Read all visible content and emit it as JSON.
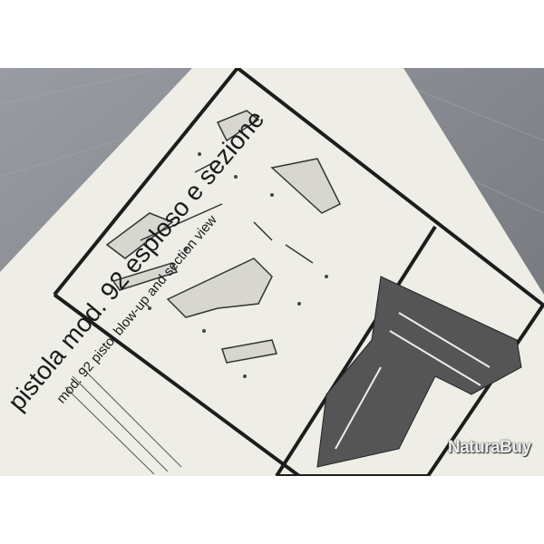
{
  "poster": {
    "title": "pistola mod. 92 esploso e sezione",
    "subtitle": "mod. 92 pistol blow-up and section view"
  },
  "watermark": "NaturaBuy",
  "colors": {
    "background_wood": "#8a8c94",
    "paper": "#efeee6",
    "ink": "#1a1a1a"
  }
}
